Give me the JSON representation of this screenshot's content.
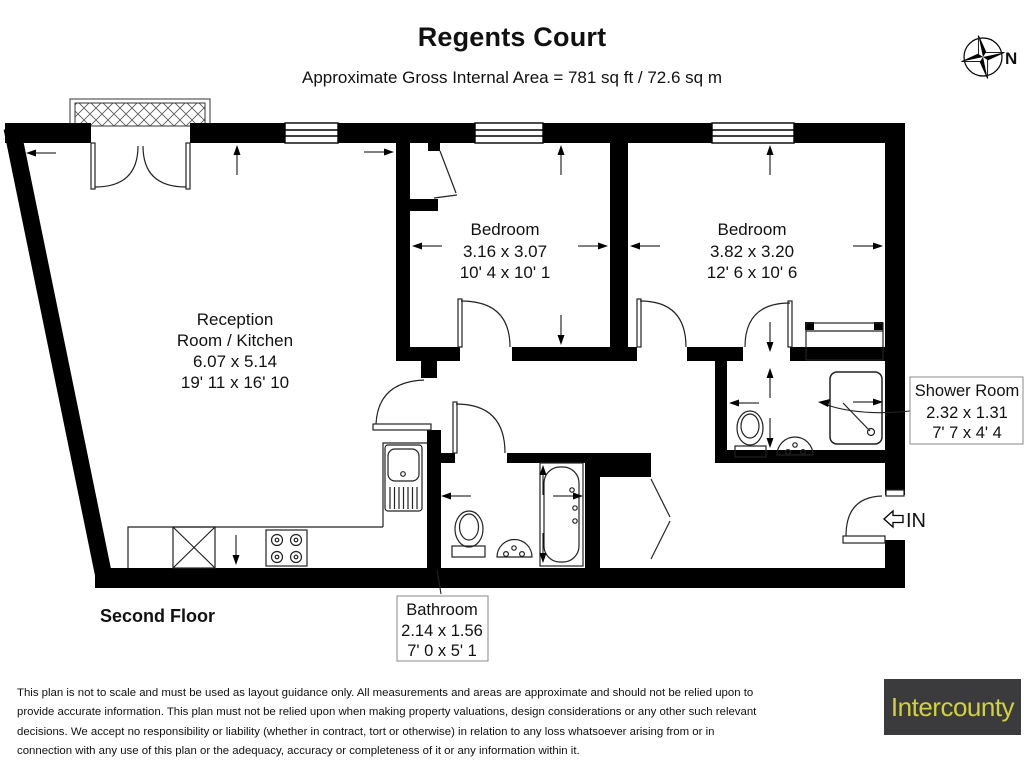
{
  "header": {
    "title": "Regents Court",
    "subtitle": "Approximate Gross Internal Area = 781 sq ft / 72.6 sq m"
  },
  "compass": {
    "north_label": "N"
  },
  "plan": {
    "floor_label": "Second Floor",
    "entrance_label": "IN",
    "rooms": {
      "reception": {
        "line1": "Reception",
        "line2": "Room / Kitchen",
        "metric": "6.07 x 5.14",
        "imperial": "19' 11 x 16' 10"
      },
      "bedroom1": {
        "name": "Bedroom",
        "metric": "3.16 x 3.07",
        "imperial": "10' 4 x 10' 1"
      },
      "bedroom2": {
        "name": "Bedroom",
        "metric": "3.82 x 3.20",
        "imperial": "12' 6 x 10' 6"
      },
      "shower_room": {
        "name": "Shower Room",
        "metric": "2.32 x 1.31",
        "imperial": "7' 7 x 4' 4"
      },
      "bathroom": {
        "name": "Bathroom",
        "metric": "2.14 x 1.56",
        "imperial": "7' 0 x 5' 1"
      }
    }
  },
  "disclaimer": {
    "lines": [
      "This plan is not to scale and must be used as layout guidance only. All measurements and areas are approximate and should not be relied upon to",
      "provide accurate information. This plan must not be relied upon when making property valuations, design considerations or any other such relevant",
      "decisions. We accept no responsibility or liability (whether in contract, tort or otherwise) in relation to any loss whatsoever arising from or in",
      "connection with any use of this plan or the adequacy, accuracy or completeness of it or any information within it."
    ]
  },
  "brand": {
    "name": "Intercounty",
    "bg_color": "#3b3b3d",
    "text_color": "#d2d139"
  }
}
